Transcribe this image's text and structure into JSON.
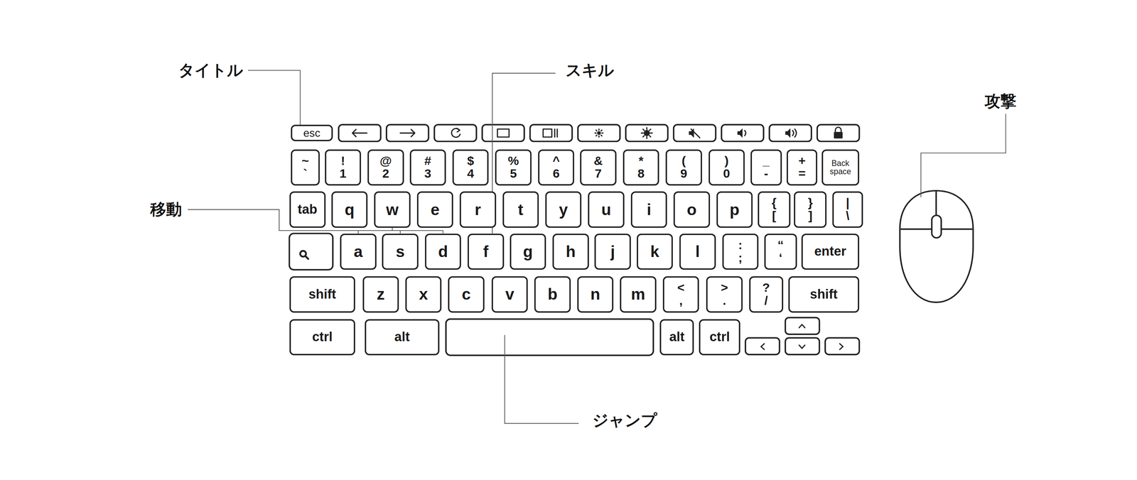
{
  "diagram": {
    "nodes": [
      {
        "text": [
          "esc"
        ]
      },
      {
        "text": [
          "~",
          "`"
        ]
      },
      {
        "text": [
          "!",
          "1"
        ]
      },
      {
        "text": [
          "@",
          "2"
        ]
      },
      {
        "text": [
          "#",
          "3"
        ]
      },
      {
        "text": [
          "$",
          "4"
        ]
      },
      {
        "text": [
          "%",
          "5"
        ]
      },
      {
        "text": [
          "^",
          "6"
        ]
      },
      {
        "text": [
          "&",
          "7"
        ]
      },
      {
        "text": [
          "*",
          "8"
        ]
      },
      {
        "text": [
          "(",
          "9"
        ]
      },
      {
        "text": [
          ")",
          "0"
        ]
      },
      {
        "text": [
          "_",
          "-"
        ]
      },
      {
        "text": [
          "+",
          "="
        ]
      },
      {
        "text": [
          "Back space"
        ]
      },
      {
        "text": [
          "tab"
        ]
      },
      {
        "text": [
          "q"
        ]
      },
      {
        "text": [
          "w"
        ]
      },
      {
        "text": [
          "e"
        ]
      },
      {
        "text": [
          "r"
        ]
      },
      {
        "text": [
          "t"
        ]
      },
      {
        "text": [
          "y"
        ]
      },
      {
        "text": [
          "u"
        ]
      },
      {
        "text": [
          "i"
        ]
      },
      {
        "text": [
          "o"
        ]
      },
      {
        "text": [
          "p"
        ]
      },
      {
        "text": [
          "{",
          "["
        ]
      },
      {
        "text": [
          "}",
          "]"
        ]
      },
      {
        "text": [
          "|",
          "\\"
        ]
      },
      {
        "text": [
          "a"
        ]
      },
      {
        "text": [
          "s"
        ]
      },
      {
        "text": [
          "d"
        ]
      },
      {
        "text": [
          "f"
        ]
      },
      {
        "text": [
          "g"
        ]
      },
      {
        "text": [
          "h"
        ]
      },
      {
        "text": [
          "j"
        ]
      },
      {
        "text": [
          "k"
        ]
      },
      {
        "text": [
          "l"
        ]
      },
      {
        "text": [
          ":",
          ";"
        ]
      },
      {
        "text": [
          "“",
          "‘"
        ]
      },
      {
        "text": [
          "enter"
        ]
      },
      {
        "text": [
          "shift"
        ]
      },
      {
        "text": [
          "z"
        ]
      },
      {
        "text": [
          "x"
        ]
      },
      {
        "text": [
          "c"
        ]
      },
      {
        "text": [
          "v"
        ]
      },
      {
        "text": [
          "b"
        ]
      },
      {
        "text": [
          "n"
        ]
      },
      {
        "text": [
          "m"
        ]
      },
      {
        "text": [
          "<",
          ","
        ]
      },
      {
        "text": [
          ">",
          "."
        ]
      },
      {
        "text": [
          "?",
          "/"
        ]
      },
      {
        "text": [
          "shift"
        ]
      },
      {
        "text": [
          "ctrl"
        ]
      },
      {
        "text": [
          "alt"
        ]
      },
      {
        "text": [
          "alt"
        ]
      },
      {
        "text": [
          "ctrl"
        ]
      }
    ],
    "labels": [
      "タイトル",
      "スキル",
      "攻撃",
      "移動",
      "ジャンプ"
    ]
  }
}
